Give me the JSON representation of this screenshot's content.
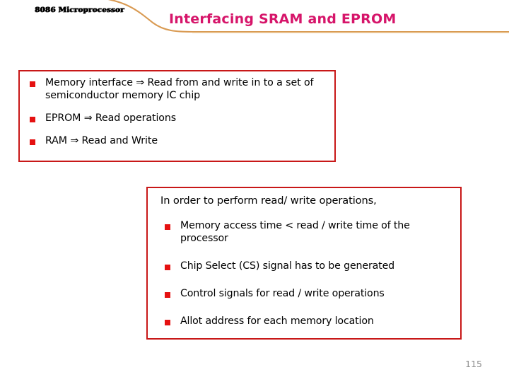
{
  "header": {
    "subtitle": "8086 Microprocessor",
    "title": "Interfacing SRAM and EPROM",
    "title_color": "#D6156A",
    "rule_color": "#E0A867",
    "swoosh_icon": "header-swoosh-curve"
  },
  "theme": {
    "box_border_color": "#C81818",
    "bullet_marker_color": "#E51111",
    "text_color": "#000000",
    "page_number_color": "#8C8C8C",
    "background": "#FFFFFF"
  },
  "box_top": {
    "bullets": [
      {
        "text": "Memory interface  ⇒  Read from and write in to a set of semiconductor memory IC chip",
        "marker": "red-square"
      },
      {
        "text": "EPROM ⇒  Read operations",
        "marker": "red-square"
      },
      {
        "text": "RAM ⇒  Read and Write",
        "marker": "red-square"
      }
    ]
  },
  "box_bottom": {
    "heading": "In order to perform read/ write operations,",
    "bullets": [
      {
        "text": "Memory access time <  read / write time of the processor",
        "marker": "red-square"
      },
      {
        "text": "Chip Select (CS) signal has to be generated",
        "marker": "red-square"
      },
      {
        "text": "Control signals for read / write operations",
        "marker": "red-square"
      },
      {
        "text": "Allot address for each memory location",
        "marker": "red-square"
      }
    ]
  },
  "footer": {
    "page_number": "115"
  }
}
